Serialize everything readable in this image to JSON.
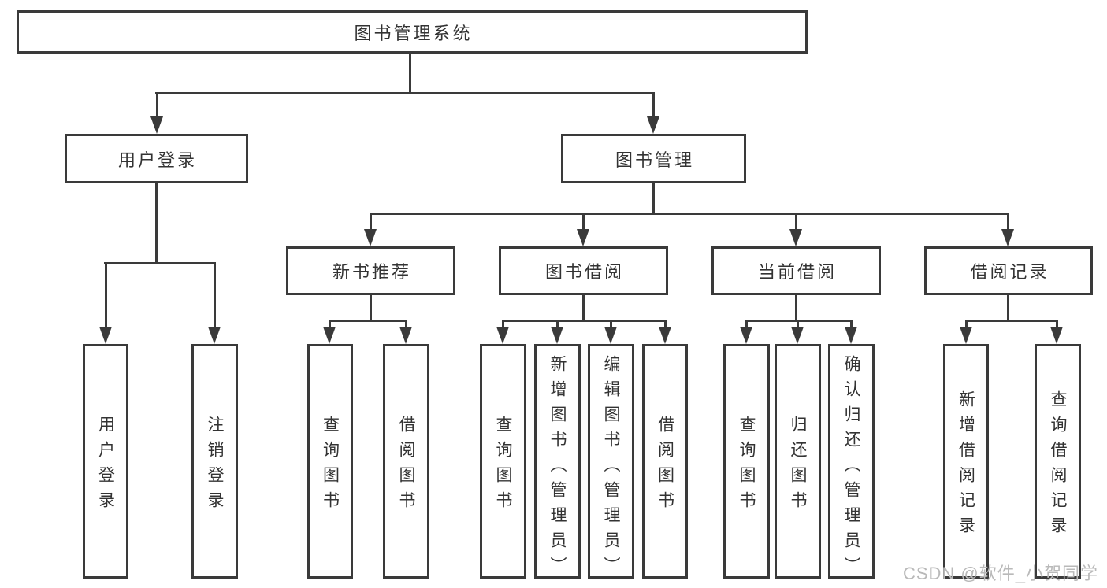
{
  "colors": {
    "line": "#3a3a3a",
    "text": "#333333",
    "watermark": "#b9b9b9",
    "background": "#ffffff"
  },
  "tree": {
    "root": {
      "label": "图书管理系统"
    },
    "branches": [
      {
        "label": "用户登录",
        "leaves": [
          {
            "label": "用户登录"
          },
          {
            "label": "注销登录"
          }
        ]
      },
      {
        "label": "图书管理",
        "groups": [
          {
            "label": "新书推荐",
            "leaves": [
              {
                "label": "查询图书"
              },
              {
                "label": "借阅图书"
              }
            ]
          },
          {
            "label": "图书借阅",
            "leaves": [
              {
                "label": "查询图书"
              },
              {
                "label": "新增图书（管理员）"
              },
              {
                "label": "编辑图书（管理员）"
              },
              {
                "label": "借阅图书"
              }
            ]
          },
          {
            "label": "当前借阅",
            "leaves": [
              {
                "label": "查询图书"
              },
              {
                "label": "归还图书"
              },
              {
                "label": "确认归还（管理员）"
              }
            ]
          },
          {
            "label": "借阅记录",
            "leaves": [
              {
                "label": "新增借阅记录"
              },
              {
                "label": "查询借阅记录"
              }
            ]
          }
        ]
      }
    ]
  },
  "watermark": "CSDN @软件_小贺同学"
}
